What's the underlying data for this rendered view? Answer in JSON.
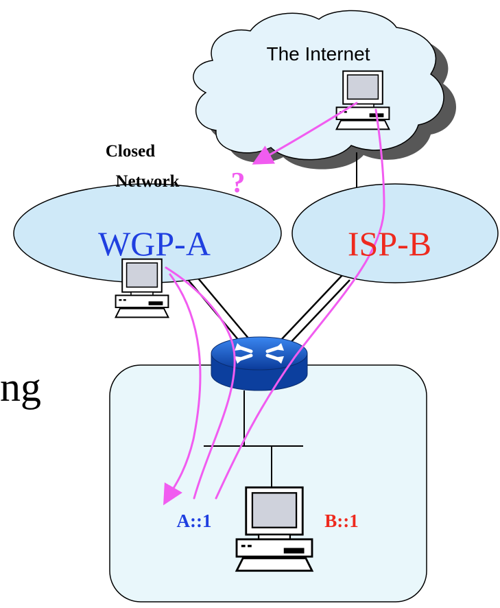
{
  "internet": {
    "label": "The Internet"
  },
  "closed_network": {
    "line1": "Closed",
    "line2": "Network"
  },
  "wgp_a": {
    "label": "WGP-A"
  },
  "isp_b": {
    "label": "ISP-B"
  },
  "question_mark": "?",
  "partial_text": "ng",
  "host_a": {
    "label": "A::1"
  },
  "host_b": {
    "label": "B::1"
  },
  "colors": {
    "blue": "#1f3fe0",
    "red": "#ee2a1e",
    "magenta": "#f15cf0",
    "cloud": "#e4f3fb",
    "ellipse": "#cfe9f8",
    "site": "#e9f7fb",
    "router": "#1c5fd0"
  }
}
